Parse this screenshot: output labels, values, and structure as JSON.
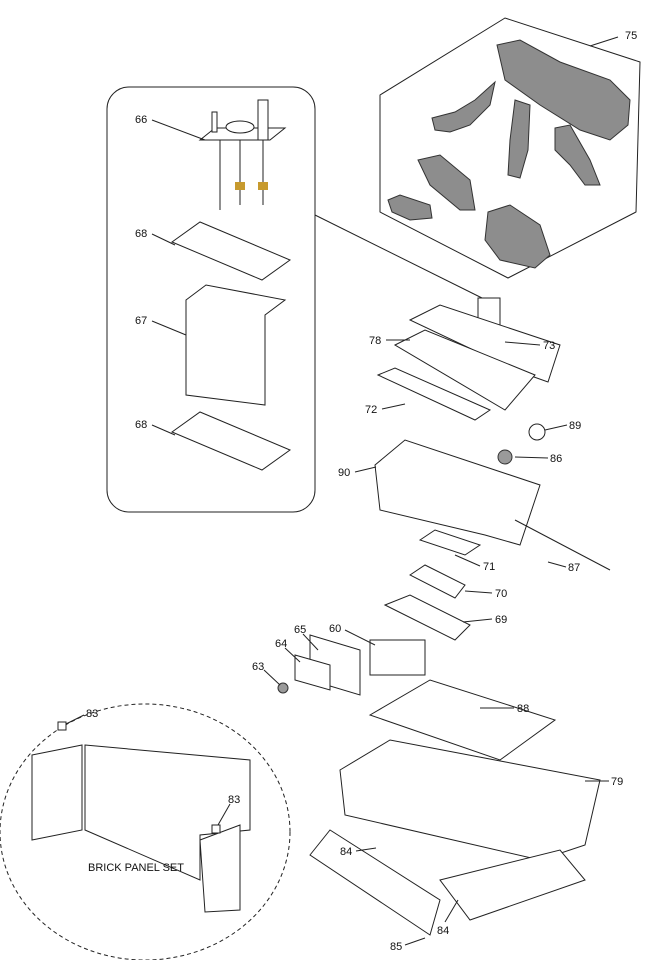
{
  "callouts": {
    "c75": "75",
    "c66": "66",
    "c68a": "68",
    "c67": "67",
    "c68b": "68",
    "c78": "78",
    "c73": "73",
    "c72": "72",
    "c89": "89",
    "c86": "86",
    "c90": "90",
    "c71": "71",
    "c87": "87",
    "c70": "70",
    "c69": "69",
    "c65": "65",
    "c60": "60",
    "c64": "64",
    "c63": "63",
    "c88": "88",
    "c79": "79",
    "c83a": "83",
    "c83b": "83",
    "c84a": "84",
    "c84b": "84",
    "c85": "85"
  },
  "brick_panel_label": "BRICK PANEL SET"
}
